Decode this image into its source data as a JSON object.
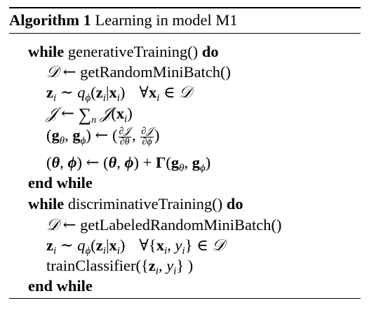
{
  "caption": {
    "label": "Algorithm 1",
    "title": "Learning in model M1"
  },
  "keywords": {
    "while": "while",
    "do": "do",
    "end_while": "end while"
  },
  "loop1": {
    "condition": "generativeTraining()",
    "get_batch_fn": "getRandomMiniBatch()"
  },
  "loop2": {
    "condition": "discriminativeTraining()",
    "get_batch_fn": "getLabeledRandomMiniBatch()",
    "train_fn": "trainClassifier("
  }
}
